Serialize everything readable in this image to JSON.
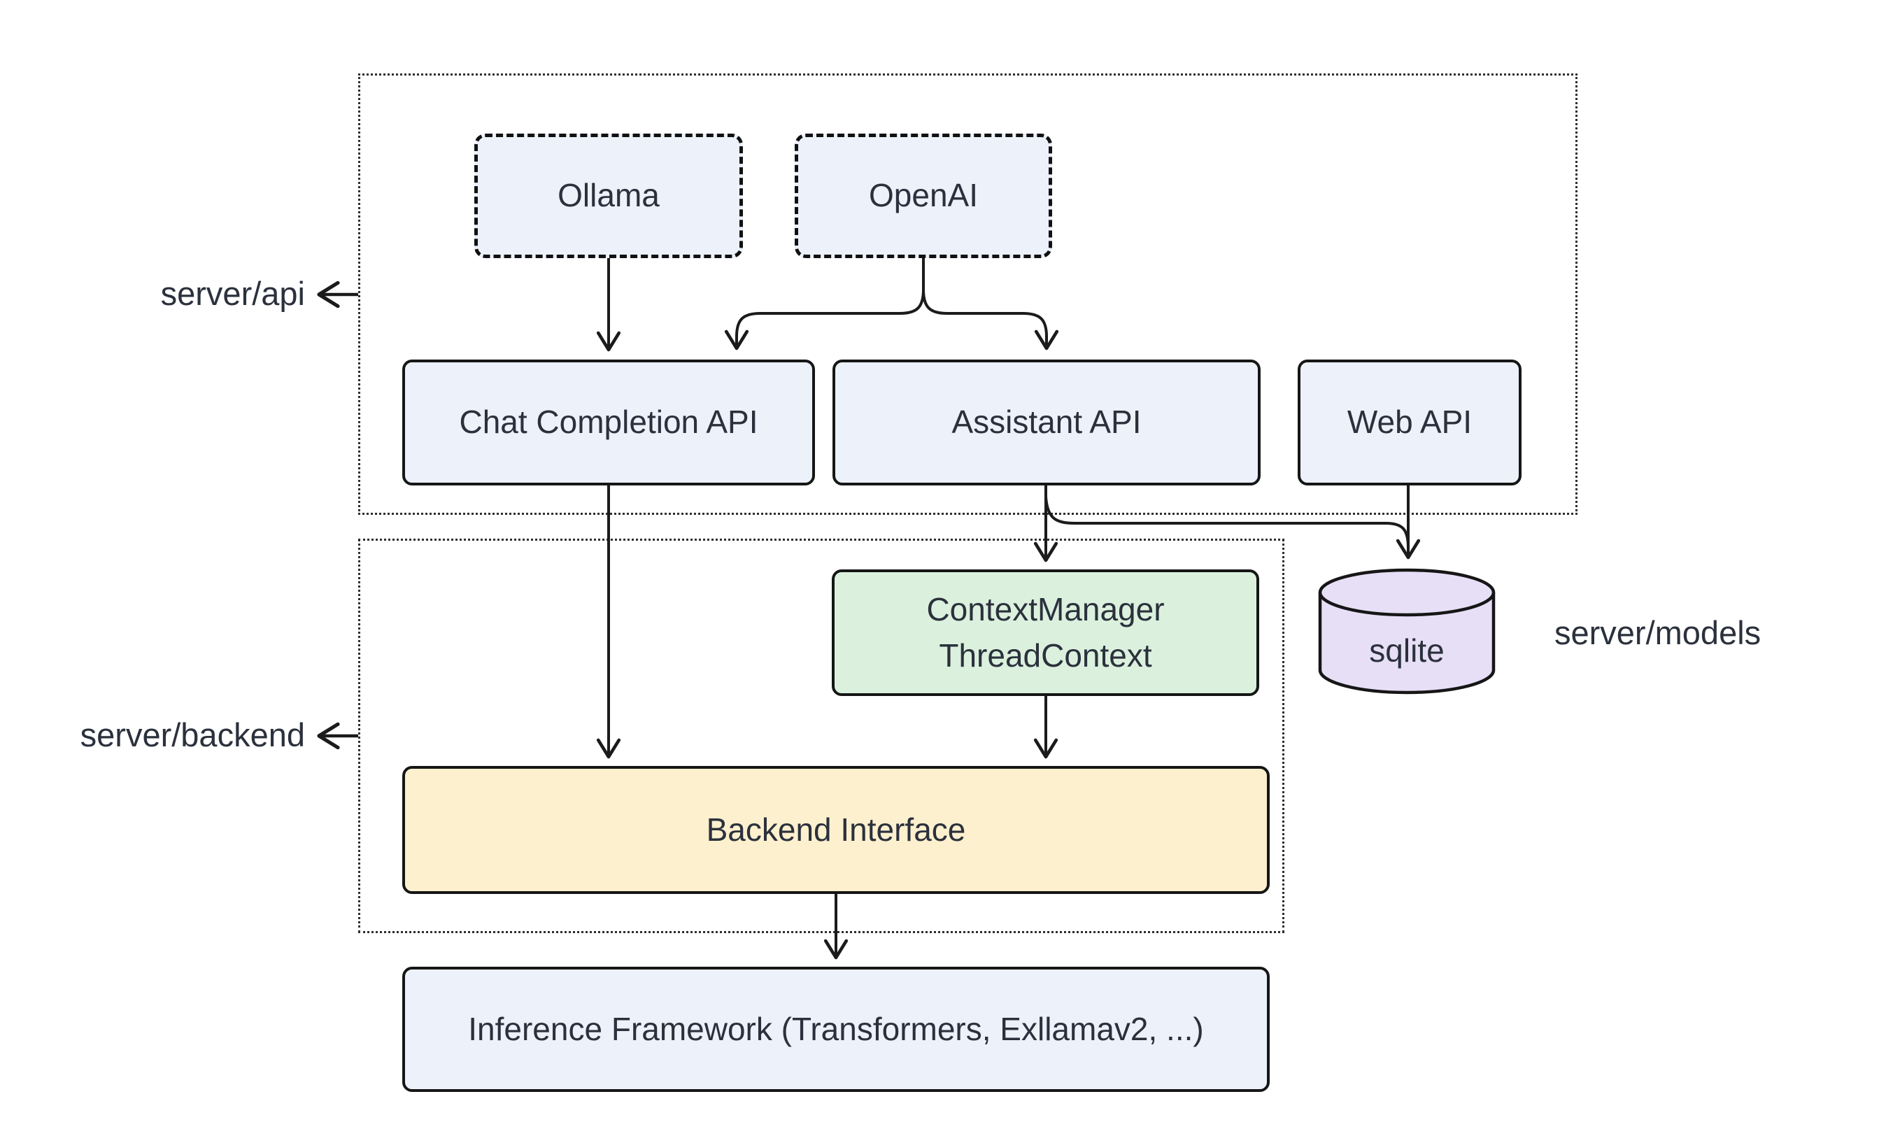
{
  "diagram": {
    "groups": [
      {
        "id": "server-api",
        "label": "server/api"
      },
      {
        "id": "server-backend",
        "label": "server/backend"
      }
    ],
    "side_labels": {
      "models": "server/models"
    },
    "nodes": {
      "ollama": "Ollama",
      "openai": "OpenAI",
      "chat_completion_api": "Chat Completion API",
      "assistant_api": "Assistant API",
      "web_api": "Web API",
      "context_manager_line1": "ContextManager",
      "context_manager_line2": "ThreadContext",
      "sqlite": "sqlite",
      "backend_interface": "Backend Interface",
      "inference_framework": "Inference Framework (Transformers, Exllamav2, ...)"
    },
    "edges": [
      {
        "from": "Ollama",
        "to": "Chat Completion API"
      },
      {
        "from": "OpenAI",
        "to": "Chat Completion API"
      },
      {
        "from": "OpenAI",
        "to": "Assistant API"
      },
      {
        "from": "Assistant API",
        "to": "ContextManager / ThreadContext"
      },
      {
        "from": "Assistant API",
        "to": "sqlite"
      },
      {
        "from": "Web API",
        "to": "sqlite"
      },
      {
        "from": "Chat Completion API",
        "to": "Backend Interface"
      },
      {
        "from": "ContextManager / ThreadContext",
        "to": "Backend Interface"
      },
      {
        "from": "Backend Interface",
        "to": "Inference Framework (Transformers, Exllamav2, ...)"
      }
    ],
    "colors": {
      "background": "#ffffff",
      "node_blue": "#ecf1fa",
      "node_green": "#dbf1de",
      "node_yellow": "#fdf0ce",
      "node_purple": "#e7dff6",
      "node_border": "#161616",
      "group_border": "#2e2e2e",
      "edge": "#1b1b1b",
      "text": "#2b313c"
    }
  }
}
